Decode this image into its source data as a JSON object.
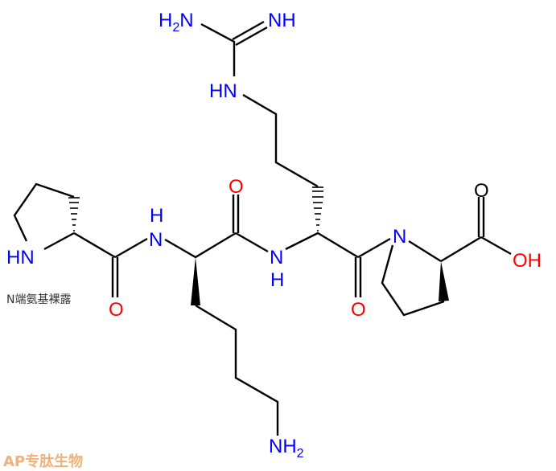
{
  "labels": {
    "pro1_nh": "HN",
    "lys_n": "N",
    "lys_h": "H",
    "lys_o": "O",
    "pro1_o": "O",
    "arg_n": "N",
    "arg_h": "H",
    "arg_o": "O",
    "lys_nh2": "NH",
    "lys_nh2_sub": "2",
    "arg_hn": "HN",
    "guan_h2n_h": "H",
    "guan_h2n_sub": "2",
    "guan_h2n_n": "N",
    "guan_nh": "NH",
    "pro2_n": "N",
    "cooh_o": "O",
    "cooh_oh": "OH"
  },
  "note": "N端氨基裸露",
  "watermark": "AP专肽生物",
  "colors": {
    "nitrogen": "#0000ff",
    "oxygen": "#ff0000",
    "watermark": "#f0b27a"
  }
}
